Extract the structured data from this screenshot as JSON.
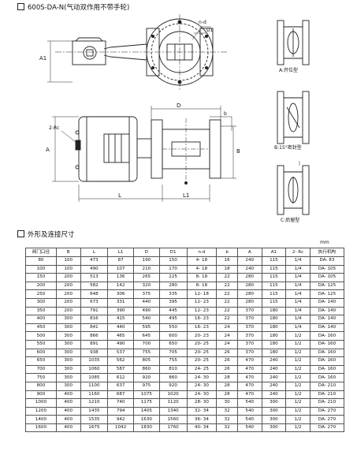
{
  "title1": "600S-DA-N(气动双作用不带手轮)",
  "title2": "外形及连接尺寸",
  "unit": "mm",
  "drawing": {
    "labels": {
      "nd": "n-d",
      "D1": "D1",
      "A1": "A1",
      "D": "D",
      "b": "b",
      "Rc": "2-Rc",
      "A": "A",
      "B": "B",
      "L": "L",
      "L1": "L1"
    },
    "views": [
      {
        "caption": "A:开位型"
      },
      {
        "caption": "B:15°密封型"
      },
      {
        "caption": "C:后留型"
      }
    ]
  },
  "table": {
    "headers": [
      "阀门口径",
      "B",
      "L",
      "L1",
      "D",
      "D1",
      "n-d",
      "b",
      "A",
      "A1",
      "2- Rc",
      "执行机构"
    ],
    "rows": [
      [
        "80",
        "100",
        "473",
        "87",
        "190",
        "150",
        "4- 18",
        "16",
        "240",
        "115",
        "1/4",
        "DA- 83"
      ],
      [
        "100",
        "100",
        "490",
        "107",
        "210",
        "170",
        "4- 18",
        "18",
        "240",
        "115",
        "1/4",
        "DA- 105"
      ],
      [
        "150",
        "200",
        "513",
        "136",
        "265",
        "225",
        "8- 18",
        "22",
        "280",
        "115",
        "1/4",
        "DA- 105"
      ],
      [
        "200",
        "200",
        "582",
        "142",
        "320",
        "280",
        "8- 18",
        "22",
        "280",
        "115",
        "1/4",
        "DA- 125"
      ],
      [
        "250",
        "200",
        "648",
        "306",
        "375",
        "335",
        "12- 18",
        "22",
        "280",
        "115",
        "1/4",
        "DA- 125"
      ],
      [
        "300",
        "200",
        "673",
        "331",
        "440",
        "395",
        "12- 23",
        "22",
        "280",
        "115",
        "1/4",
        "DA- 140"
      ],
      [
        "350",
        "200",
        "791",
        "390",
        "490",
        "445",
        "12- 23",
        "22",
        "370",
        "180",
        "1/4",
        "DA- 140"
      ],
      [
        "400",
        "300",
        "816",
        "415",
        "540",
        "495",
        "16- 23",
        "22",
        "370",
        "180",
        "1/4",
        "DA- 140"
      ],
      [
        "450",
        "300",
        "841",
        "440",
        "595",
        "550",
        "16- 23",
        "24",
        "370",
        "180",
        "1/4",
        "DA- 140"
      ],
      [
        "500",
        "300",
        "866",
        "465",
        "645",
        "600",
        "20- 23",
        "24",
        "370",
        "180",
        "1/2",
        "DA- 160"
      ],
      [
        "550",
        "300",
        "891",
        "490",
        "700",
        "650",
        "20- 25",
        "24",
        "370",
        "180",
        "1/2",
        "DA- 160"
      ],
      [
        "600",
        "300",
        "938",
        "537",
        "755",
        "705",
        "20- 25",
        "26",
        "370",
        "180",
        "1/2",
        "DA- 160"
      ],
      [
        "650",
        "300",
        "1035",
        "562",
        "805",
        "755",
        "20- 25",
        "26",
        "470",
        "240",
        "1/2",
        "DA- 160"
      ],
      [
        "700",
        "300",
        "1060",
        "587",
        "860",
        "810",
        "24- 25",
        "26",
        "470",
        "240",
        "1/2",
        "DA- 160"
      ],
      [
        "750",
        "300",
        "1085",
        "612",
        "920",
        "860",
        "24- 30",
        "28",
        "470",
        "240",
        "1/2",
        "DA- 160"
      ],
      [
        "800",
        "300",
        "1100",
        "637",
        "975",
        "920",
        "24- 30",
        "28",
        "470",
        "240",
        "1/2",
        "DA- 210"
      ],
      [
        "900",
        "400",
        "1160",
        "687",
        "1075",
        "1020",
        "24- 30",
        "28",
        "470",
        "240",
        "1/2",
        "DA- 210"
      ],
      [
        "1000",
        "400",
        "1210",
        "740",
        "1175",
        "1120",
        "28- 30",
        "30",
        "540",
        "300",
        "1/2",
        "DA- 210"
      ],
      [
        "1200",
        "400",
        "1435",
        "794",
        "1405",
        "1340",
        "32- 34",
        "32",
        "540",
        "300",
        "1/2",
        "DA- 270"
      ],
      [
        "1400",
        "400",
        "1535",
        "942",
        "1630",
        "1560",
        "36- 34",
        "32",
        "540",
        "300",
        "1/2",
        "DA- 270"
      ],
      [
        "1600",
        "400",
        "1675",
        "1042",
        "1830",
        "1760",
        "40- 34",
        "32",
        "540",
        "300",
        "1/2",
        "DA- 270"
      ]
    ]
  }
}
